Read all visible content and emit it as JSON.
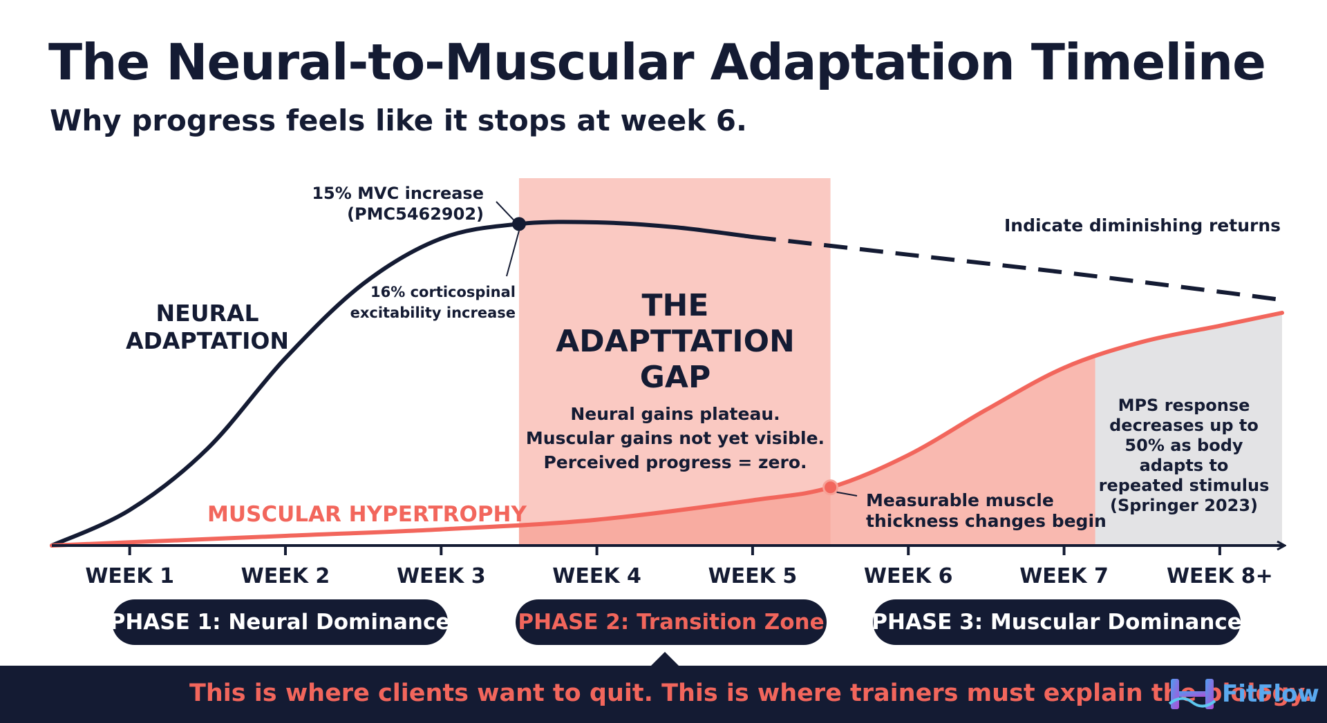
{
  "title": "The Neural-to-Muscular Adaptation Timeline",
  "subtitle": "Why progress feels like it stops at week 6.",
  "chart_data": {
    "type": "line",
    "x_categories": [
      "WEEK 1",
      "WEEK 2",
      "WEEK 3",
      "WEEK 4",
      "WEEK 5",
      "WEEK 6",
      "WEEK 7",
      "WEEK 8+"
    ],
    "series": [
      {
        "name": "NEURAL ADAPTATION",
        "color": "#141b33",
        "points": [
          [
            0.5,
            0.0
          ],
          [
            1.0,
            0.11
          ],
          [
            1.5,
            0.3
          ],
          [
            2.0,
            0.58
          ],
          [
            2.5,
            0.81
          ],
          [
            3.0,
            0.95
          ],
          [
            3.5,
            0.995
          ],
          [
            4.0,
            1.0
          ],
          [
            4.5,
            0.985
          ],
          [
            5.0,
            0.955
          ]
        ],
        "projection": [
          [
            5.0,
            0.955
          ],
          [
            6.0,
            0.9
          ],
          [
            7.0,
            0.845
          ],
          [
            8.0,
            0.785
          ],
          [
            8.4,
            0.76
          ]
        ]
      },
      {
        "name": "MUSCULAR HYPERTROPHY",
        "color": "#f2665c",
        "points": [
          [
            0.5,
            0.0
          ],
          [
            1.0,
            0.01
          ],
          [
            2.0,
            0.03
          ],
          [
            3.0,
            0.05
          ],
          [
            4.0,
            0.08
          ],
          [
            5.0,
            0.14
          ],
          [
            5.5,
            0.18
          ],
          [
            6.0,
            0.28
          ],
          [
            6.5,
            0.42
          ],
          [
            7.0,
            0.55
          ],
          [
            7.5,
            0.63
          ],
          [
            8.0,
            0.68
          ],
          [
            8.4,
            0.72
          ]
        ]
      }
    ],
    "regions": [
      {
        "name": "gap",
        "x_start": 3.5,
        "x_end": 5.5,
        "color": "#fac9c2"
      },
      {
        "name": "late",
        "x_start": 7.2,
        "x_end": 8.4,
        "color": "#e3e3e5"
      }
    ],
    "gap_title": [
      "THE",
      "ADAPTTATION",
      "GAP"
    ],
    "gap_text": [
      "Neural gains plateau.",
      "Muscular gains not yet visible.",
      "Perceived progress = zero."
    ],
    "annotations": {
      "mvc": [
        "15% MVC increase",
        "(PMC5462902)"
      ],
      "cortico": [
        "16% corticospinal",
        "excitability increase"
      ],
      "returns": "Indicate diminishing returns",
      "thickness": [
        "Measurable muscle",
        "thickness changes begin"
      ],
      "mps": [
        "MPS response",
        "decreases up to",
        "50% as body",
        "adapts to",
        "repeated stimulus",
        "(Springer 2023)"
      ]
    },
    "labels": {
      "neural": [
        "NEURAL",
        "ADAPTATION"
      ],
      "muscular": "MUSCULAR HYPERTROPHY"
    }
  },
  "phases": [
    {
      "label": "PHASE 1: Neural Dominance"
    },
    {
      "label": "PHASE 2: Transition Zone"
    },
    {
      "label": "PHASE 3: Muscular Dominance"
    }
  ],
  "footer": {
    "message": "This is where clients want to quit. This is where trainers must explain the biology.",
    "logo_text": "FitFlow"
  }
}
